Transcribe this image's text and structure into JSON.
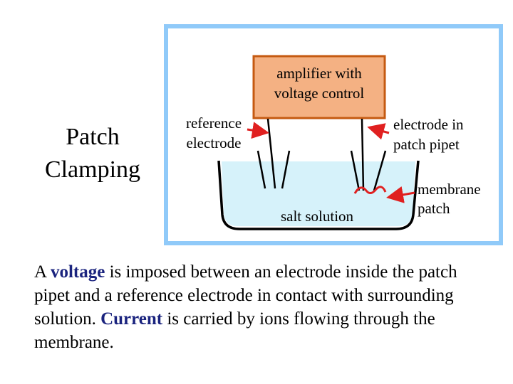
{
  "slide": {
    "title_line1": "Patch",
    "title_line2": "Clamping"
  },
  "diagram": {
    "amplifier_line1": "amplifier with",
    "amplifier_line2": "voltage control",
    "reference_line1": "reference",
    "reference_line2": "electrode",
    "pipet_line1": "electrode in",
    "pipet_line2": "patch pipet",
    "membrane_line1": "membrane",
    "membrane_line2": "patch",
    "solution_label": "salt solution",
    "colors": {
      "frame_border": "#90caf9",
      "amplifier_fill": "#f4b183",
      "amplifier_border": "#c55a11",
      "solution_fill": "#d6f2fa",
      "arrow": "#e02020",
      "highlight_text": "#1a237e"
    }
  },
  "body": {
    "t1": "A ",
    "k1": "voltage",
    "t2": " is imposed between an electrode inside the patch pipet and a reference electrode in contact with surrounding solution.  ",
    "k2": "Current",
    "t3": " is carried by ions flowing through the membrane."
  }
}
